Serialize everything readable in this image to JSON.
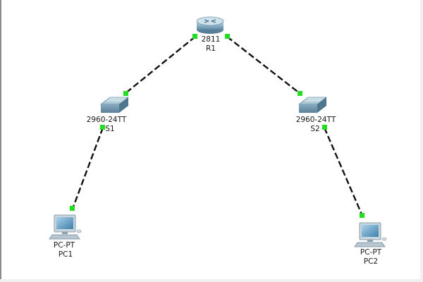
{
  "devices": {
    "r1": {
      "model": "2811",
      "name": "R1",
      "icon": "router-icon"
    },
    "s1": {
      "model": "2960-24TT",
      "name": "S1",
      "icon": "switch-icon"
    },
    "s2": {
      "model": "2960-24TT",
      "name": "S2",
      "icon": "switch-icon"
    },
    "pc1": {
      "model": "PC-PT",
      "name": "PC1",
      "icon": "pc-icon"
    },
    "pc2": {
      "model": "PC-PT",
      "name": "PC2",
      "icon": "pc-icon"
    }
  },
  "colors": {
    "link": "#111111",
    "port_up": "#22dd22",
    "router_body": "#7fa8c0",
    "switch_body": "#8fb4c8",
    "pc_screen": "#4f8fb8"
  }
}
